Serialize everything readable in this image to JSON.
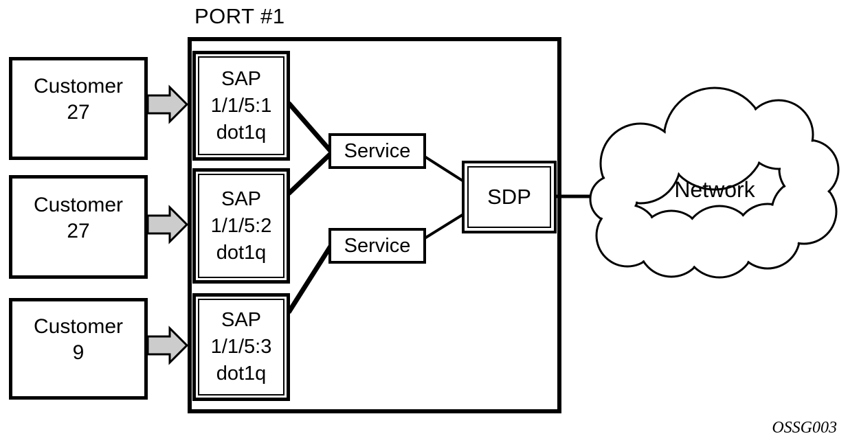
{
  "diagram": {
    "port_label": "PORT #1",
    "network_label": "Network",
    "watermark": "OSSG003"
  },
  "customers": [
    {
      "name": "Customer",
      "id": "27"
    },
    {
      "name": "Customer",
      "id": "27"
    },
    {
      "name": "Customer",
      "id": "9"
    }
  ],
  "saps": [
    {
      "title": "SAP",
      "id": "1/1/5:1",
      "encap": "dot1q"
    },
    {
      "title": "SAP",
      "id": "1/1/5:2",
      "encap": "dot1q"
    },
    {
      "title": "SAP",
      "id": "1/1/5:3",
      "encap": "dot1q"
    }
  ],
  "services": [
    {
      "label": "Service"
    },
    {
      "label": "Service"
    }
  ],
  "sdp": {
    "label": "SDP"
  },
  "colors": {
    "arrow_fill": "#cccccc",
    "line": "#000000",
    "background": "#ffffff"
  }
}
